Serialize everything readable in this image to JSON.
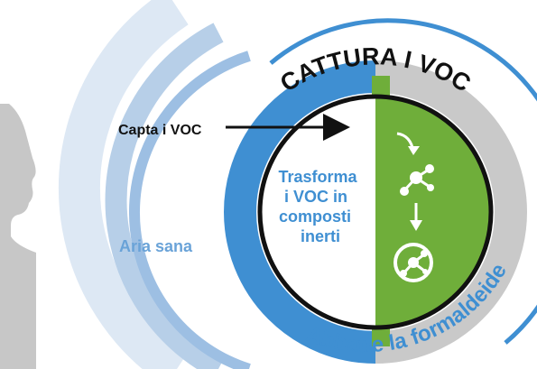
{
  "top_arc_text": "CATTURA I VOC",
  "bottom_arc_text": "Abbatte la formaldeide",
  "capture_label": "Capta i VOC",
  "transform_lines": [
    "Trasforma",
    "i VOC in",
    "composti",
    "inerti"
  ],
  "clean_air_label": "Aria sana",
  "colors": {
    "blue": "#3f8fd2",
    "light_blue": "#a9c8e8",
    "pale_blue": "#d8e6f4",
    "green": "#6fae3a",
    "gray": "#c9c9c9",
    "silhouette": "#c7c7c7",
    "black": "#111111"
  },
  "icons": [
    "arrow-icon",
    "molecule-icon",
    "inert-molecule-icon"
  ]
}
